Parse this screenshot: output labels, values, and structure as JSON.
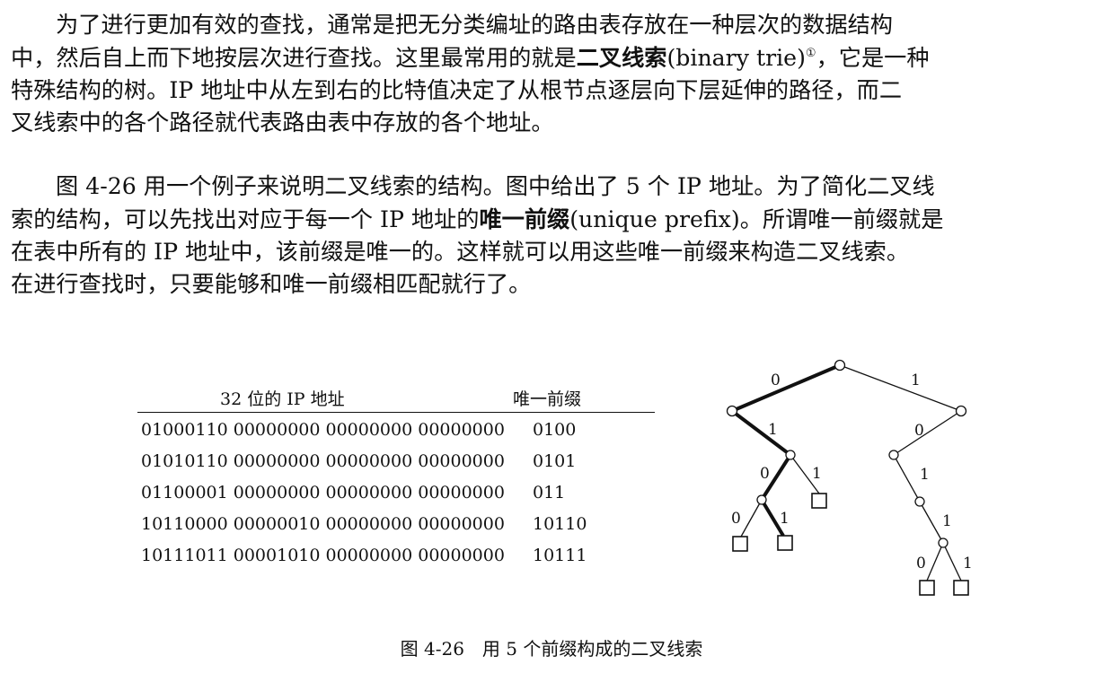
{
  "paragraph1": [
    "为了进行更加有效的查找，通常是把无分类编址的路由表存放在一种层次的数据结构",
    "中，然后自上而下地按层次进行查找。这里最常用的就是",
    "(binary trie)",
    "，它是一种",
    "特殊结构的树。IP 地址中从左到右的比特值决定了从根节点逐层向下层延伸的路径，而二",
    "叉线索中的各个路径就代表路由表中存放的各个地址。"
  ],
  "term_binary_trie": "二叉线索",
  "footnote_mark": "①",
  "paragraph2": [
    "图 4-26 用一个例子来说明二叉线索的结构。图中给出了 5 个 IP 地址。为了简化二叉线",
    "索的结构，可以先找出对应于每一个 IP 地址的",
    "(unique prefix)。所谓唯一前缀就是",
    "在表中所有的 IP 地址中，该前缀是唯一的。这样就可以用这些唯一前缀来构造二叉线索。",
    "在进行查找时，只要能够和唯一前缀相匹配就行了。"
  ],
  "term_unique_prefix": "唯一前缀",
  "table": {
    "header_addr": "32 位的 IP 地址",
    "header_prefix": "唯一前缀",
    "rows": [
      {
        "addr": "01000110 00000000 00000000 00000000",
        "prefix": "0100"
      },
      {
        "addr": "01010110 00000000 00000000 00000000",
        "prefix": "0101"
      },
      {
        "addr": "01100001 00000000 00000000 00000000",
        "prefix": "011"
      },
      {
        "addr": "10110000 00000010 00000000 00000000",
        "prefix": "10110"
      },
      {
        "addr": "10111011 00001010 00000000 00000000",
        "prefix": "10111"
      }
    ]
  },
  "trie_labels": {
    "root_left": "0",
    "root_right": "1",
    "n0_right": "1",
    "n01_left": "0",
    "n01_right": "1",
    "n010_left": "0",
    "n010_right": "1",
    "n1_left": "0",
    "n10_right": "1",
    "n101_right": "1",
    "n1011_left": "0",
    "n1011_right": "1"
  },
  "caption": "图 4-26　用 5 个前缀构成的二叉线索"
}
